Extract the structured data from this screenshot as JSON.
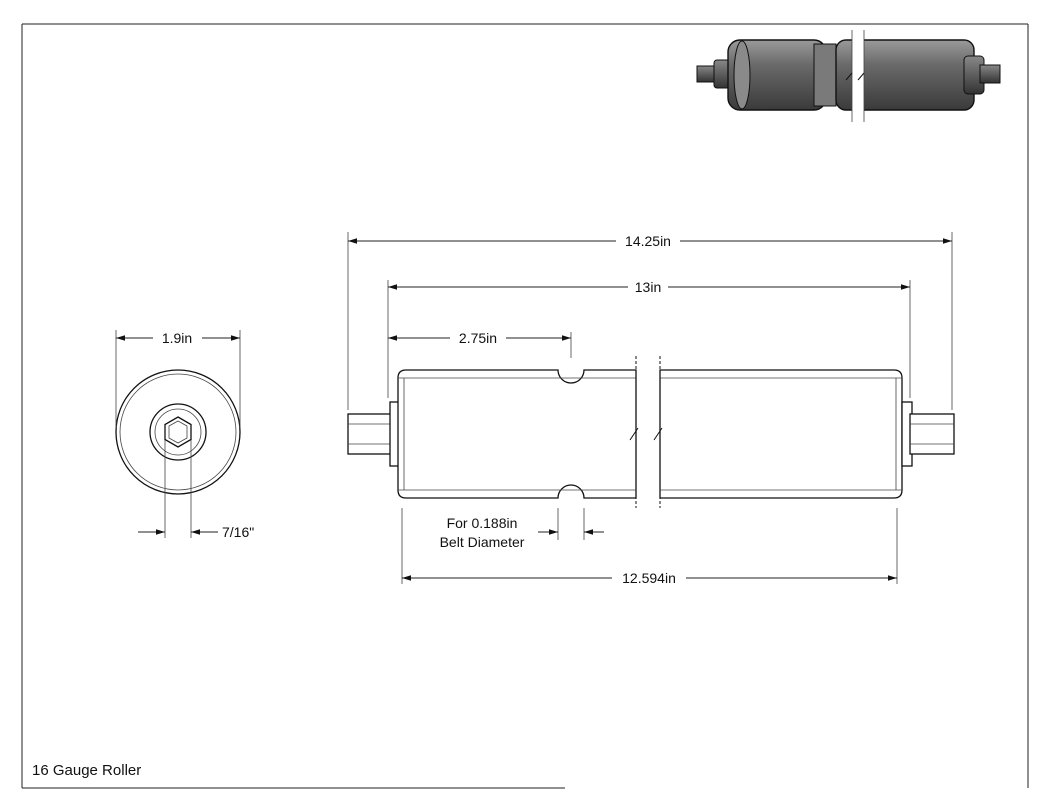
{
  "title_block": {
    "name": "16 Gauge Roller"
  },
  "dimensions": {
    "overall_length": "14.25in",
    "between_frames": "13in",
    "groove_offset": "2.75in",
    "tube_length": "12.594in",
    "diameter": "1.9in",
    "hex_size": "7/16\"",
    "groove_note_line1": "For 0.188in",
    "groove_note_line2": "Belt Diameter"
  },
  "colors": {
    "line": "#111111",
    "shaded_body": "#5a5a5a",
    "background": "#ffffff"
  }
}
